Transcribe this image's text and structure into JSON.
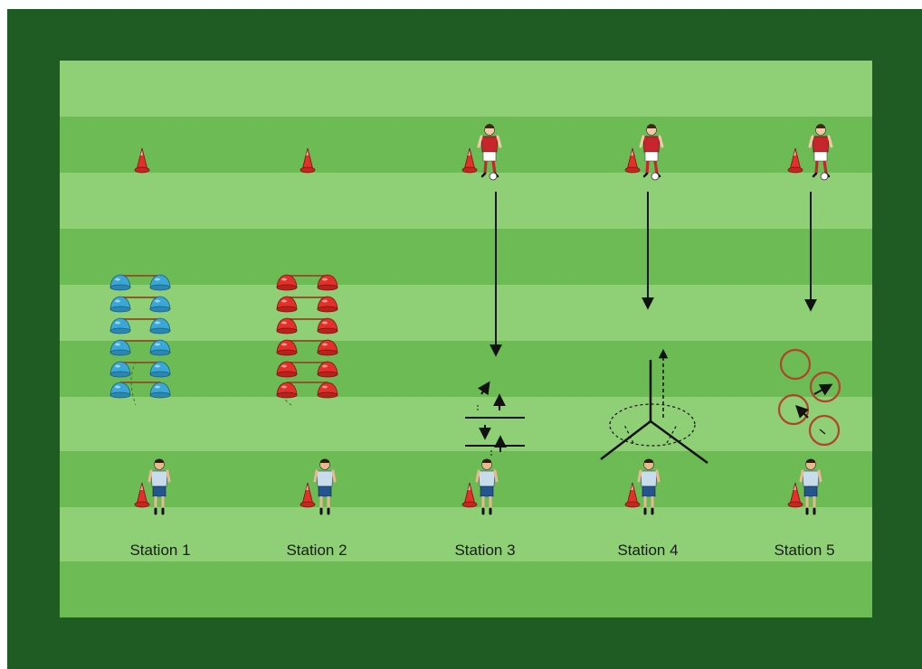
{
  "diagram": {
    "colors": {
      "outer_border": "#1e5c24",
      "stripe_light": "#8fcf76",
      "stripe_dark": "#6cbb55",
      "cone_red": "#e0312a",
      "cone_blue": "#3aa7d6",
      "attacker_shirt": "#c6252d",
      "defender_shirt": "#c9dcec",
      "hurdle_bar": "#8a5a2a",
      "ring": "#b0442a",
      "arrow": "#111111"
    },
    "stations": [
      {
        "label": "Station 1",
        "drill": "blue-cone-ladder",
        "has_attacker": false
      },
      {
        "label": "Station 2",
        "drill": "red-cone-ladder",
        "has_attacker": false
      },
      {
        "label": "Station 3",
        "drill": "line-hops",
        "has_attacker": true
      },
      {
        "label": "Station 4",
        "drill": "star-pattern",
        "has_attacker": true
      },
      {
        "label": "Station 5",
        "drill": "ring-hops",
        "has_attacker": true
      }
    ]
  }
}
